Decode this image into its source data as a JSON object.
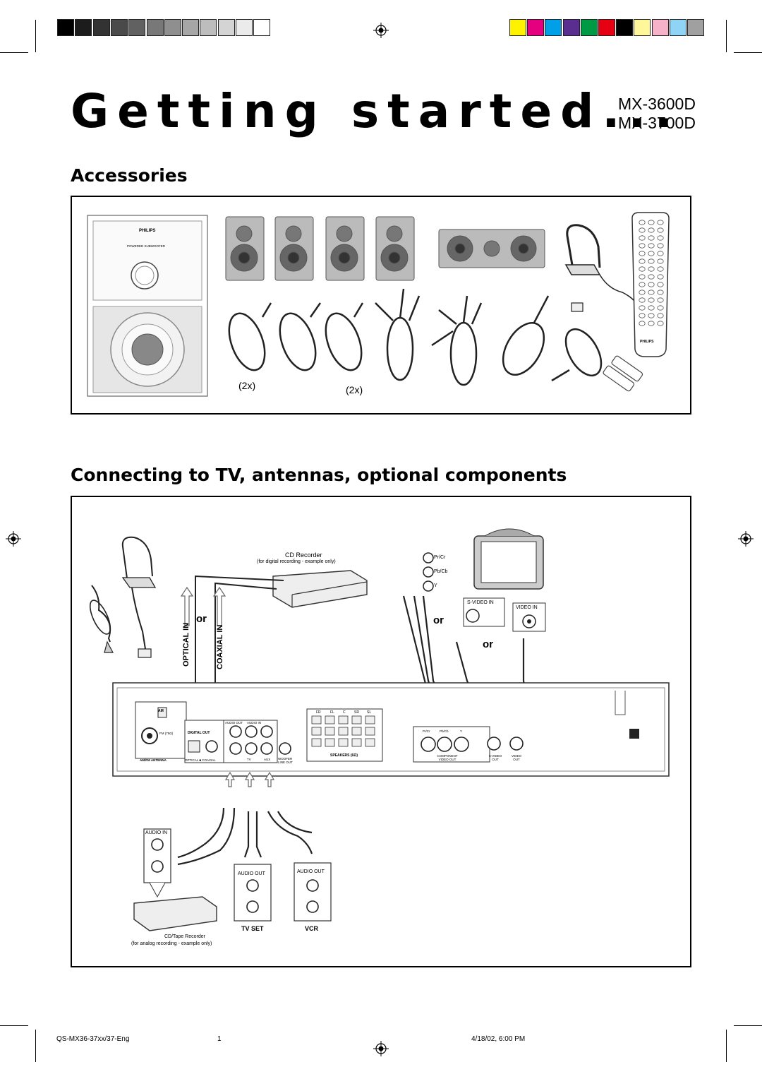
{
  "page": {
    "title": "Getting started...",
    "models": [
      "MX-3600D",
      "MX-3700D"
    ]
  },
  "accessories": {
    "heading": "Accessories",
    "subwoofer_brand": "PHILIPS",
    "subwoofer_label": "POWERED SUBWOOFER",
    "remote_brand": "PHILIPS",
    "qty_speaker_cables": "(2x)",
    "qty_av_cables": "(2x)"
  },
  "connecting": {
    "heading": "Connecting to TV, antennas, optional components",
    "cd_recorder": "CD Recorder",
    "cd_recorder_note": "(for digital recording - example only)",
    "optical_in": "OPTICAL IN",
    "coaxial_in": "COAXIAL IN",
    "or_labels": [
      "or",
      "or",
      "or"
    ],
    "tv_ports": [
      "Pr/Cr",
      "Pb/Cb",
      "Y"
    ],
    "svideo_in": "S-VIDEO IN",
    "video_in": "VIDEO IN",
    "rear_panel": {
      "am": "AM",
      "fm": "FM (75Ω)",
      "antenna": "AM/FM ANTENNA",
      "digital_out": "DIGITAL OUT",
      "optical_coaxial": "OPTICAL ■ COAXIAL",
      "audio_out": "AUDIO OUT",
      "audio_in": "AUDIO IN",
      "tv": "TV",
      "aux": "AUX",
      "woofer_line_out": "WOOFER LINE OUT",
      "speaker_channels": [
        "FR",
        "FL",
        "C",
        "SR",
        "SL"
      ],
      "speakers": "SPEAKERS (6Ω)",
      "component_ports": [
        "Pr/Cr",
        "Pb/Cb",
        "Y"
      ],
      "component_video_out": "COMPONENT VIDEO OUT",
      "svideo_out": "S-VIDEO OUT",
      "video_out": "VIDEO OUT"
    },
    "recorder_audio_in": "AUDIO IN",
    "cd_tape_recorder": "CD/Tape Recorder",
    "cd_tape_note": "(for analog recording - example only)",
    "tvset_audio_out": "AUDIO OUT",
    "tvset_label": "TV SET",
    "vcr_audio_out": "AUDIO OUT",
    "vcr_label": "VCR"
  },
  "footer": {
    "file": "QS-MX36-37xx/37-Eng",
    "page_number": "1",
    "date": "4/18/02, 6:00 PM"
  },
  "colors": {
    "gray_ramp": [
      "#000000",
      "#1c1c1c",
      "#333333",
      "#4a4a4a",
      "#616161",
      "#787878",
      "#8f8f8f",
      "#a6a6a6",
      "#bdbdbd",
      "#d4d4d4",
      "#ebebeb",
      "#ffffff"
    ],
    "color_bar": [
      "#fff200",
      "#e4007f",
      "#00a0e9",
      "#5a2d91",
      "#009944",
      "#e60012",
      "#000000",
      "#fff799",
      "#f5b2c8",
      "#8fd3f5",
      "#a0a0a0"
    ]
  }
}
